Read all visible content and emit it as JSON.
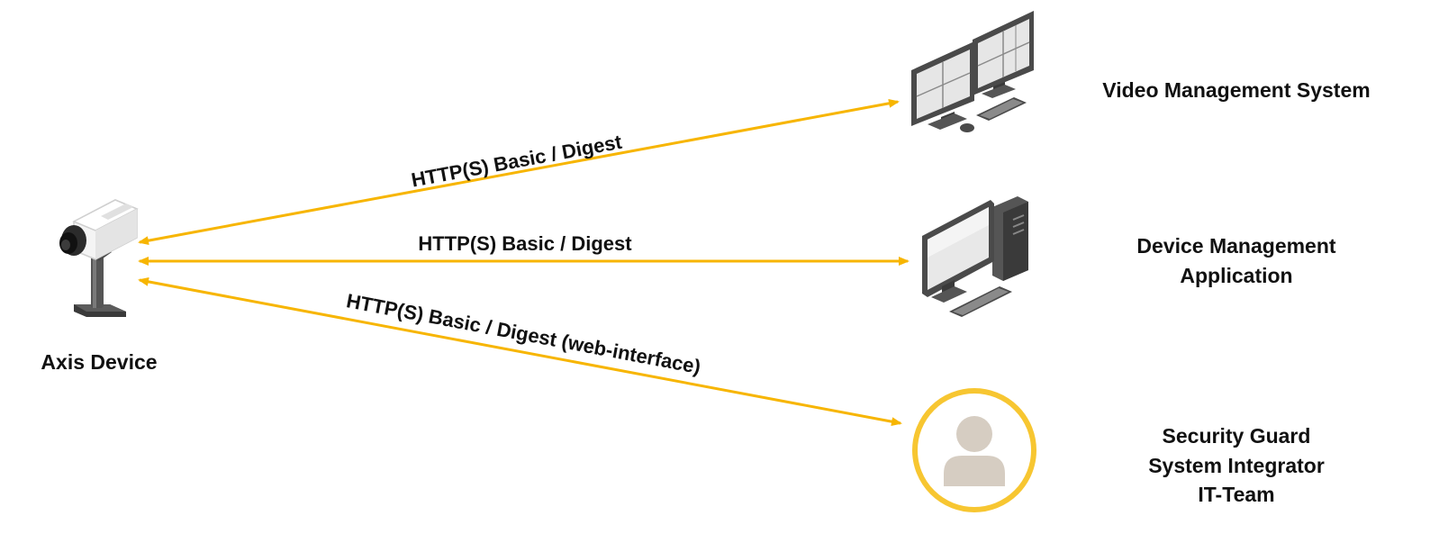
{
  "colors": {
    "arrow": "#F7B500",
    "guard_ring": "#F7C631",
    "person": "#D6CDC2",
    "screen_dark": "#4A4A4A",
    "screen_light": "#E6E6E6"
  },
  "icons": {
    "device": "security-camera-icon",
    "vms": "dual-monitor-workstation-icon",
    "dma": "desktop-computer-icon",
    "guard": "person-avatar-icon"
  },
  "nodes": {
    "axis_device": {
      "label": "Axis Device"
    },
    "vms": {
      "label": "Video Management System"
    },
    "dma": {
      "lines": [
        "Device Management",
        "Application"
      ]
    },
    "users": {
      "lines": [
        "Security Guard",
        "System Integrator",
        "IT-Team"
      ]
    }
  },
  "edges": {
    "to_vms": {
      "label": "HTTP(S) Basic / Digest"
    },
    "to_dma": {
      "label": "HTTP(S) Basic / Digest"
    },
    "to_users": {
      "label": "HTTP(S) Basic / Digest (web-interface)"
    }
  }
}
